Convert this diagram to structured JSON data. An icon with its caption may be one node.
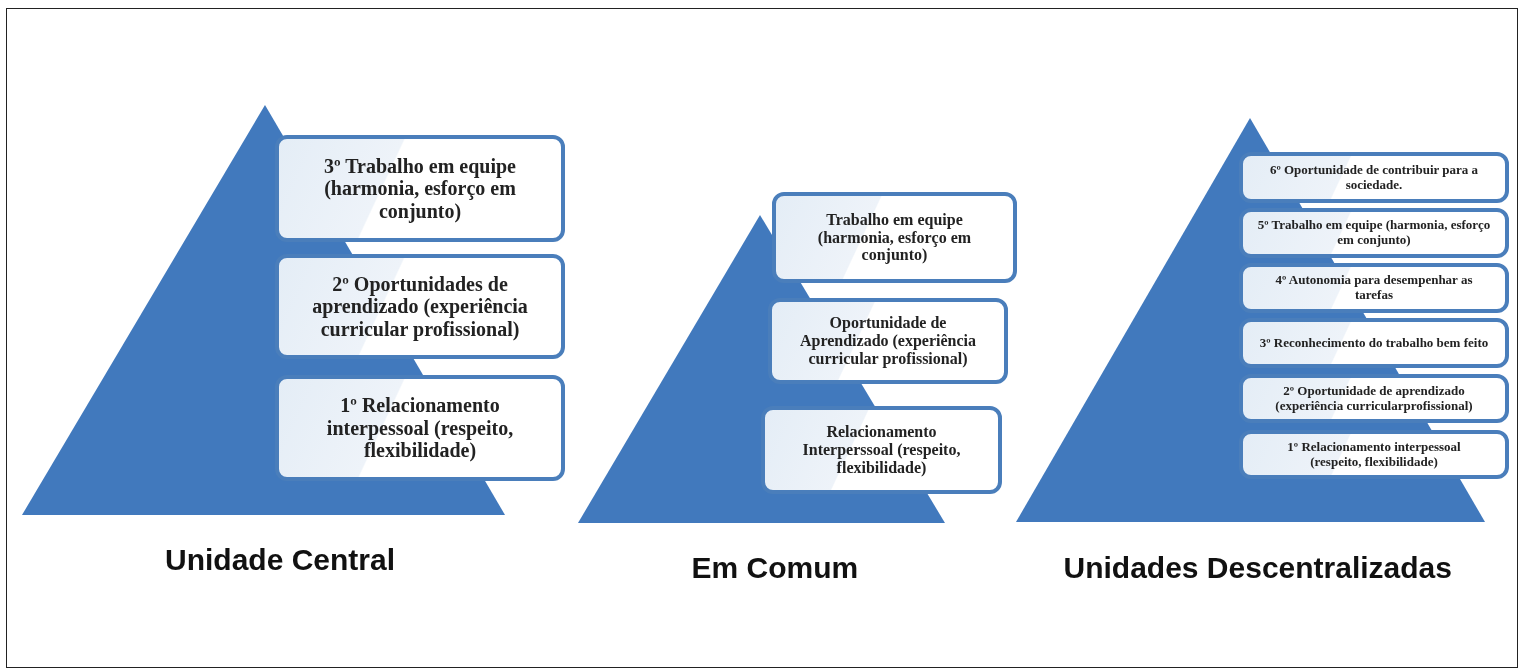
{
  "diagram": {
    "nodes": [
      {
        "text": [],
        "shape": "triangle"
      },
      {
        "text": [
          "3º Trabalho em equipe (harmonia, esforço em conjunto)"
        ]
      },
      {
        "text": [
          "2º Oportunidades de aprendizado (experiência curricular profissional)"
        ]
      },
      {
        "text": [
          "1º Relacionamento interpessoal (respeito, flexibilidade)"
        ]
      },
      {
        "text": [],
        "shape": "triangle"
      },
      {
        "text": [
          "Trabalho em equipe (harmonia, esforço em conjunto)"
        ]
      },
      {
        "text": [
          "Oportunidade de Aprendizado (experiência curricular profissional)"
        ]
      },
      {
        "text": [
          "Relacionamento Interperssoal (respeito, flexibilidade)"
        ]
      },
      {
        "text": [],
        "shape": "triangle"
      },
      {
        "text": [
          "6º Oportunidade de contribuir para a sociedade."
        ]
      },
      {
        "text": [
          "5º Trabalho em equipe (harmonia, esforço em conjunto)"
        ]
      },
      {
        "text": [
          "4º Autonomia para desempenhar as tarefas"
        ]
      },
      {
        "text": [
          "3º Reconhecimento do trabalho bem feito"
        ]
      },
      {
        "text": [
          "2º Oportunidade de aprendizado (experiência curricularprofissional)"
        ]
      },
      {
        "text": [
          "1º Relacionamento interpessoal (respeito, flexibilidade)"
        ]
      }
    ],
    "edges": [],
    "labels": [
      "Unidade Central",
      "Em Comum",
      "Unidades Descentralizadas"
    ]
  }
}
